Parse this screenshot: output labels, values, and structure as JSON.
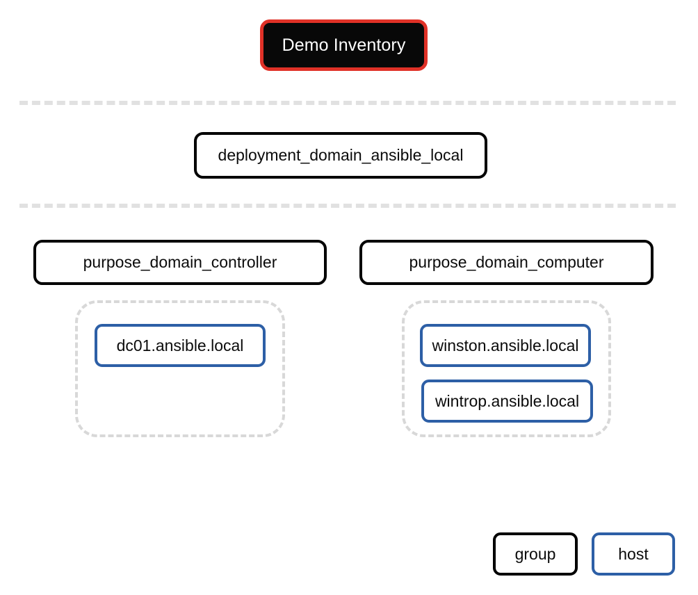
{
  "diagram": {
    "type": "inventory-tree",
    "background_color": "#ffffff",
    "title_node": {
      "label": "Demo Inventory",
      "kind": "inventory",
      "fill_color": "#080808",
      "border_color": "#e03127",
      "text_color": "#ffffff"
    },
    "dividers": [
      {
        "name": "divider-rank-1",
        "color": "#e1e1e1"
      },
      {
        "name": "divider-rank-2",
        "color": "#e1e1e1"
      }
    ],
    "deployment_node": {
      "label": "deployment_domain_ansible_local",
      "kind": "group",
      "border_color": "#000000",
      "text_color": "#0b0b0b"
    },
    "groups": [
      {
        "label": "purpose_domain_controller",
        "kind": "group",
        "border_color": "#000000",
        "hosts": [
          {
            "label": "dc01.ansible.local",
            "kind": "host",
            "border_color": "#2d5fa6"
          }
        ]
      },
      {
        "label": "purpose_domain_computer",
        "kind": "group",
        "border_color": "#000000",
        "hosts": [
          {
            "label": "winston.ansible.local",
            "kind": "host",
            "border_color": "#2d5fa6"
          },
          {
            "label": "wintrop.ansible.local",
            "kind": "host",
            "border_color": "#2d5fa6"
          }
        ]
      }
    ],
    "legend": {
      "items": [
        {
          "label": "group",
          "border_color": "#000000"
        },
        {
          "label": "host",
          "border_color": "#2d5fa6"
        }
      ]
    }
  }
}
